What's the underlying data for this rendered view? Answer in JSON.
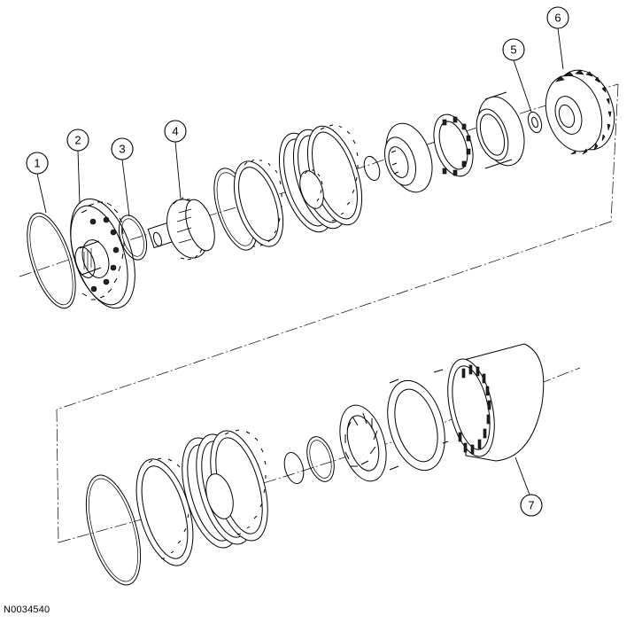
{
  "figure": {
    "reference_code": "N0034540",
    "callouts": [
      {
        "id": "1",
        "label": "1"
      },
      {
        "id": "2",
        "label": "2"
      },
      {
        "id": "3",
        "label": "3"
      },
      {
        "id": "4",
        "label": "4"
      },
      {
        "id": "5",
        "label": "5"
      },
      {
        "id": "6",
        "label": "6"
      },
      {
        "id": "7",
        "label": "7"
      }
    ]
  }
}
